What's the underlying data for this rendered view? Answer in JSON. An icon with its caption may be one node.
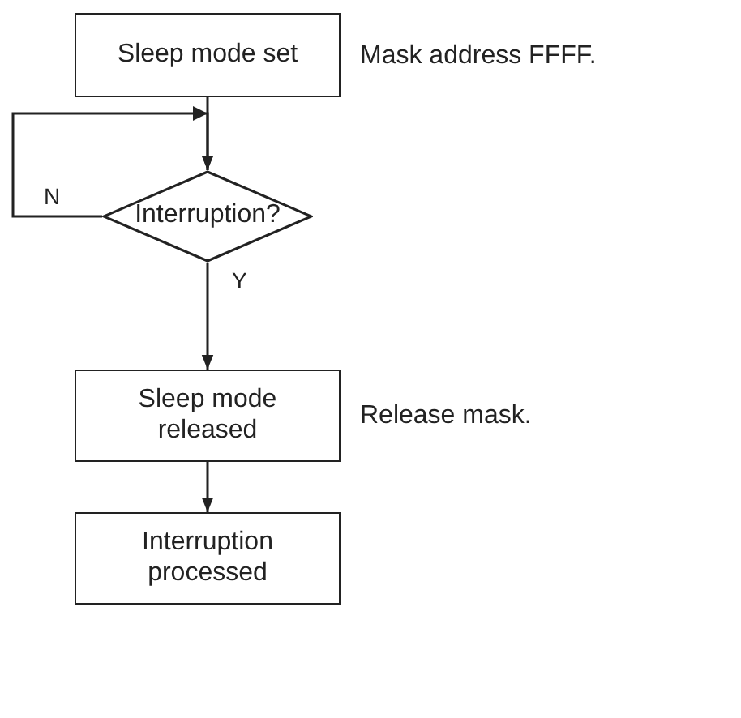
{
  "diagram": {
    "nodes": [
      {
        "text": [
          "Sleep mode set"
        ],
        "beside": [
          "Mask address FFFF."
        ]
      },
      {
        "text": [
          "Interruption?"
        ]
      },
      {
        "text": [
          "Sleep mode released"
        ],
        "beside": [
          "Release mask."
        ]
      },
      {
        "text": [
          "Interruption processed"
        ]
      }
    ],
    "edges": [
      {
        "from": 0,
        "to": 1,
        "arrow": "to"
      },
      {
        "from": 1,
        "to": 1,
        "arrow": "to",
        "label": "N"
      },
      {
        "from": 1,
        "to": 2,
        "arrow": "to",
        "label": "Y"
      },
      {
        "from": 2,
        "to": 3,
        "arrow": "to"
      }
    ]
  }
}
